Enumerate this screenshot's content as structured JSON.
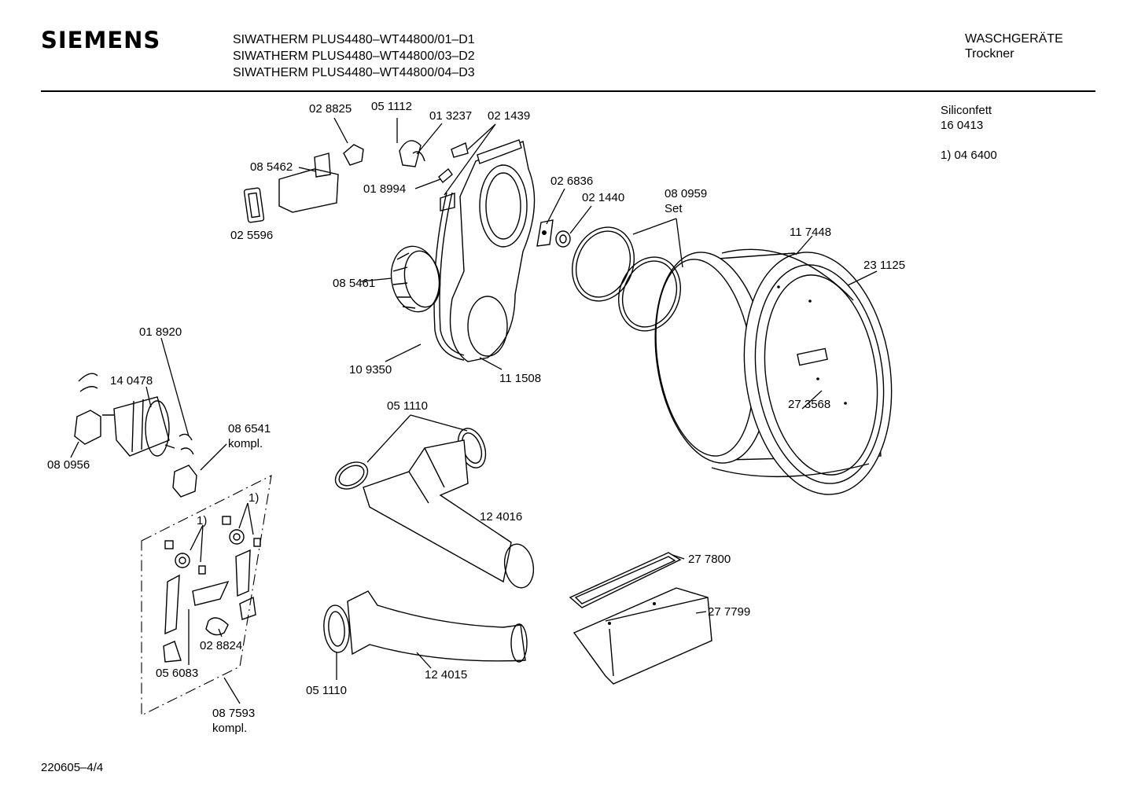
{
  "header": {
    "brand": "SIEMENS",
    "models": [
      "SIWATHERM PLUS4480–WT44800/01–D1",
      "SIWATHERM PLUS4480–WT44800/03–D2",
      "SIWATHERM PLUS4480–WT44800/04–D3"
    ],
    "category": "WASCHGERÄTE",
    "subcategory": "Trockner"
  },
  "notes": {
    "grease_name": "Siliconfett",
    "grease_number": "16 0413",
    "footnote": "1)  04 6400"
  },
  "footer": {
    "page_code": "220605–4/4"
  },
  "labels": {
    "p028825": "02 8825",
    "p051112": "05 1112",
    "p013237": "01 3237",
    "p021439": "02 1439",
    "p085462": "08 5462",
    "p018994": "01 8994",
    "p025596": "02 5596",
    "p026836": "02 6836",
    "p021440": "02 1440",
    "p080959": "08 0959",
    "p080959b": "Set",
    "p117448": "11 7448",
    "p231125": "23 1125",
    "p085461": "08 5461",
    "p109350": "10 9350",
    "p111508": "11 1508",
    "p018920": "01 8920",
    "p140478": "14  0478",
    "p086541": "08 6541",
    "p086541b": "kompl.",
    "p080956": "08 0956",
    "p051110a": "05 1110",
    "p124016": "12 4016",
    "p273568": "27 3568",
    "fn1a": "1)",
    "fn1b": "1)",
    "p277800": "27 7800",
    "p277799": "27 7799",
    "p028824": "02 8824",
    "p056083": "05 6083",
    "p124015": "12 4015",
    "p051110b": "05 1110",
    "p087593": "08 7593",
    "p087593b": "kompl."
  }
}
